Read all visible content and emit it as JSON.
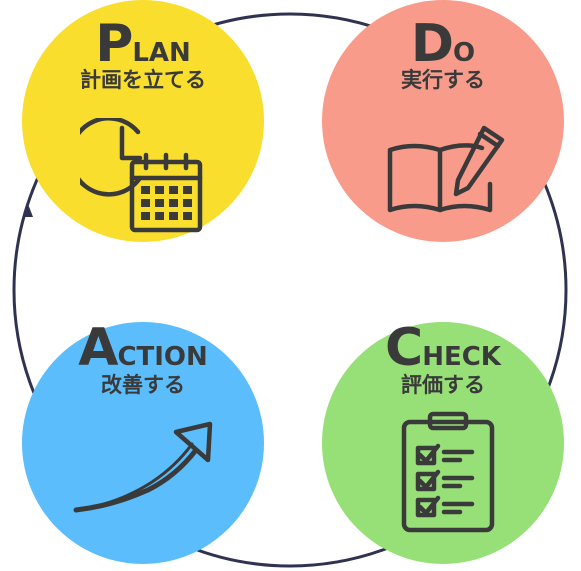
{
  "colors": {
    "ring": "#2f3350",
    "plan": "#f9de2d",
    "do": "#f99b8b",
    "action": "#5bbdfb",
    "check": "#97df77",
    "ink": "#3a3a3a"
  },
  "plan": {
    "initial": "P",
    "rest": "LAN",
    "label": "計画を立てる",
    "icon": "clock-calendar-icon"
  },
  "do": {
    "initial": "D",
    "rest": "O",
    "label": "実行する",
    "icon": "book-pencil-icon"
  },
  "action": {
    "initial": "A",
    "rest": "CTION",
    "label": "改善する",
    "icon": "rising-arrow-icon"
  },
  "check": {
    "initial": "C",
    "rest": "HECK",
    "label": "評価する",
    "icon": "clipboard-checklist-icon"
  }
}
